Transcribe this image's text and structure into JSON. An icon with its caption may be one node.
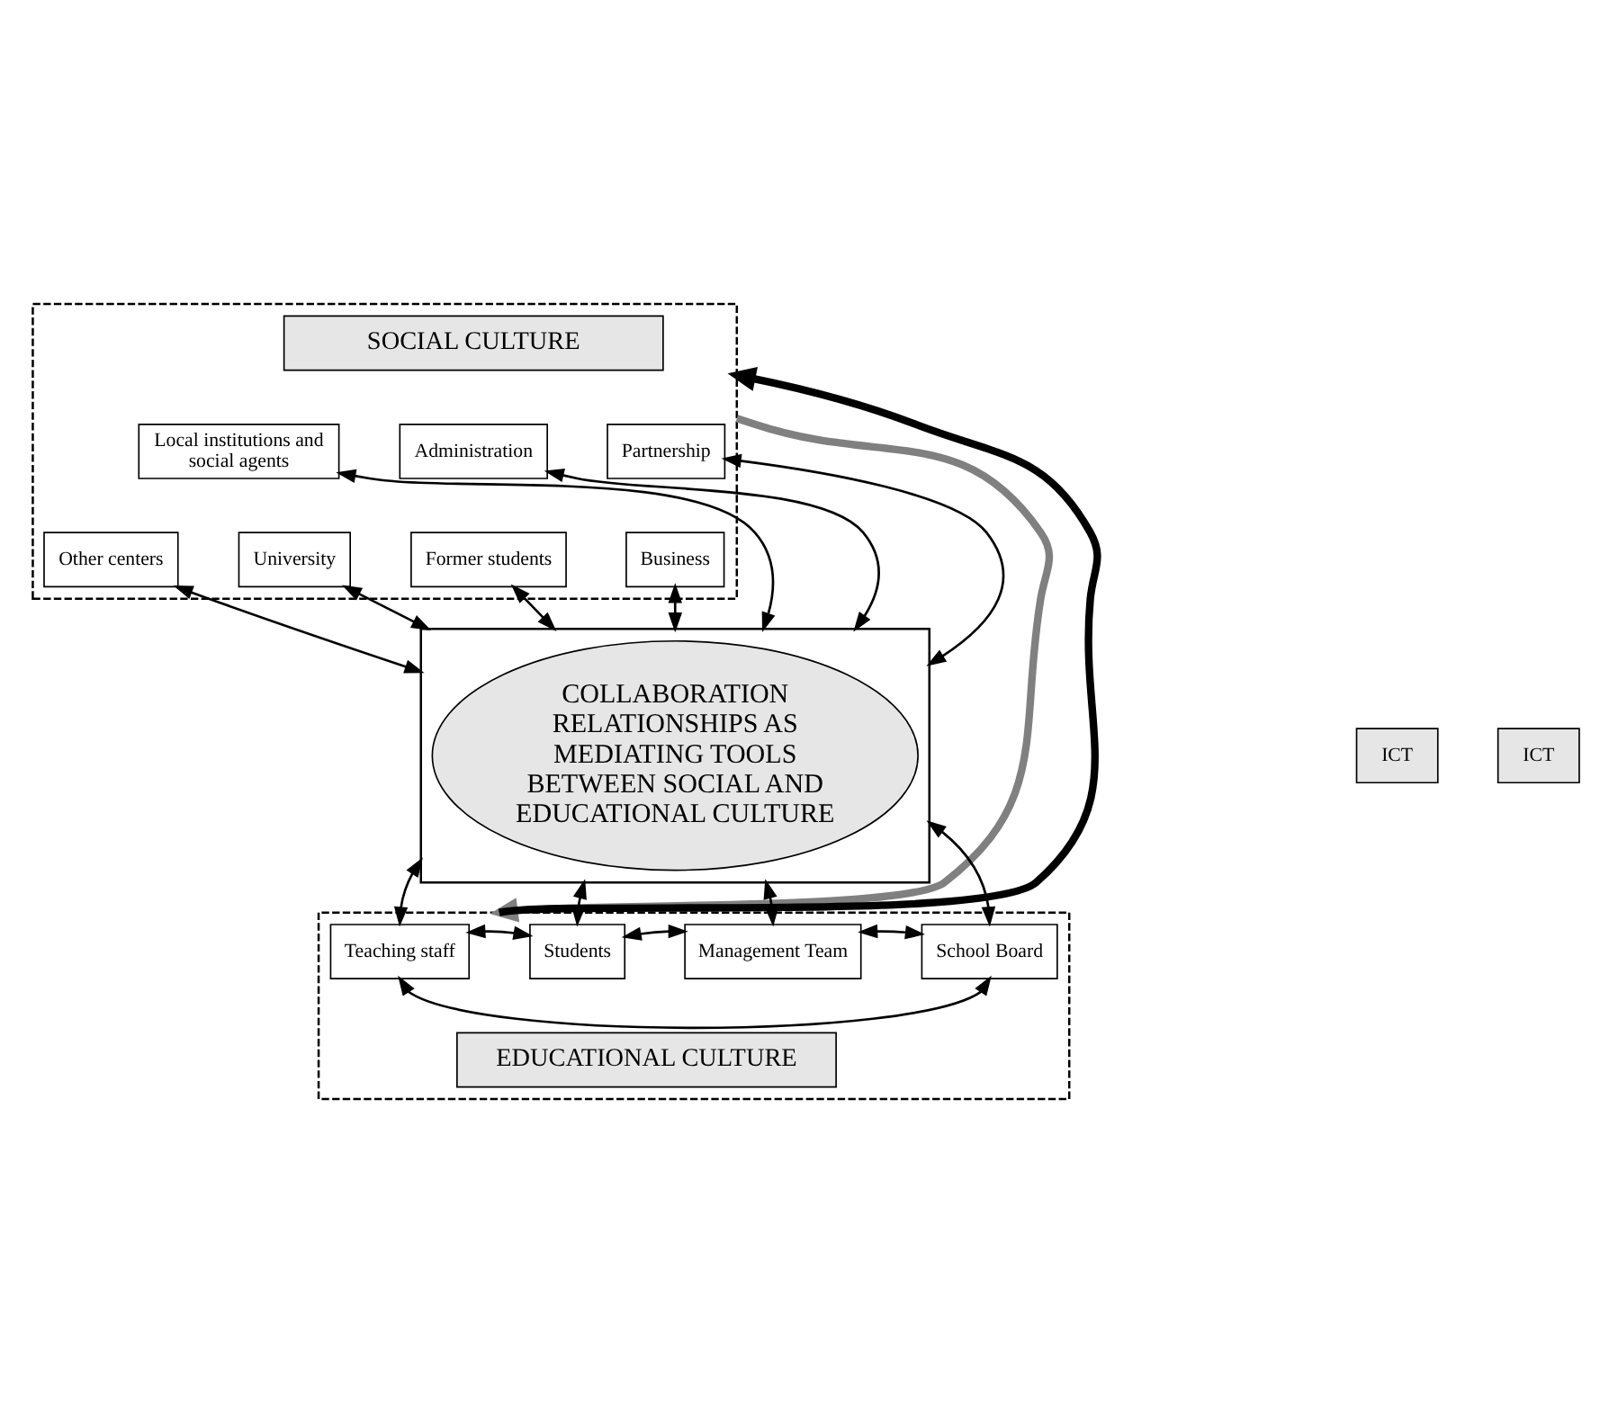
{
  "diagram": {
    "nodes": [
      {
        "text": [],
        "shape": "box"
      },
      {
        "text": [
          "SOCIAL CULTURE"
        ],
        "in": 0
      },
      {
        "text": [
          "Partnership"
        ],
        "in": 0
      },
      {
        "text": [
          "Administration"
        ],
        "in": 0
      },
      {
        "text": [
          "Local institutions and social agents"
        ],
        "in": 0
      },
      {
        "text": [
          "Business"
        ],
        "in": 0
      },
      {
        "text": [
          "Former students"
        ],
        "in": 0
      },
      {
        "text": [
          "University"
        ],
        "in": 0
      },
      {
        "text": [
          "Other centers"
        ],
        "in": 0
      },
      {
        "text": [],
        "shape": "box"
      },
      {
        "text": [
          "COLLABORATION RELATIONSHIPS AS MEDIATING TOOLS BETWEEN SOCIAL AND EDUCATIONAL CULTURE"
        ],
        "in": 9
      },
      {
        "text": [
          "ICT"
        ]
      },
      {
        "text": [
          "ICT"
        ]
      },
      {
        "text": [],
        "shape": "box"
      },
      {
        "text": [
          "Teaching staff"
        ],
        "in": 13
      },
      {
        "text": [
          "Students"
        ],
        "in": 13
      },
      {
        "text": [
          "Management Team"
        ],
        "in": 13
      },
      {
        "text": [
          "School Board"
        ],
        "in": 13
      },
      {
        "text": [
          "EDUCATIONAL CULTURE"
        ],
        "in": 13
      }
    ],
    "edges": [
      {
        "from": 5,
        "to": 9,
        "arrow": "both"
      },
      {
        "from": 2,
        "to": 9,
        "arrow": "both"
      },
      {
        "from": 6,
        "to": 9,
        "arrow": "both"
      },
      {
        "from": 3,
        "to": 9,
        "arrow": "both"
      },
      {
        "from": 7,
        "to": 9,
        "arrow": "both"
      },
      {
        "from": 4,
        "to": 9,
        "arrow": "both"
      },
      {
        "from": 8,
        "to": 9,
        "arrow": "both"
      },
      {
        "from": 9,
        "to": 14,
        "arrow": "both"
      },
      {
        "from": 9,
        "to": 15,
        "arrow": "both"
      },
      {
        "from": 9,
        "to": 16,
        "arrow": "both"
      },
      {
        "from": 9,
        "to": 17,
        "arrow": "both"
      },
      {
        "from": 14,
        "to": 15,
        "arrow": "both"
      },
      {
        "from": 15,
        "to": 16,
        "arrow": "both"
      },
      {
        "from": 16,
        "to": 17,
        "arrow": "both"
      },
      {
        "from": 17,
        "to": 14,
        "arrow": "both"
      },
      {
        "from": 0,
        "to": 13,
        "arrow": "to",
        "style": "thick",
        "color": "#808080"
      },
      {
        "from": 13,
        "to": 0,
        "arrow": "to",
        "style": "thick"
      }
    ]
  }
}
